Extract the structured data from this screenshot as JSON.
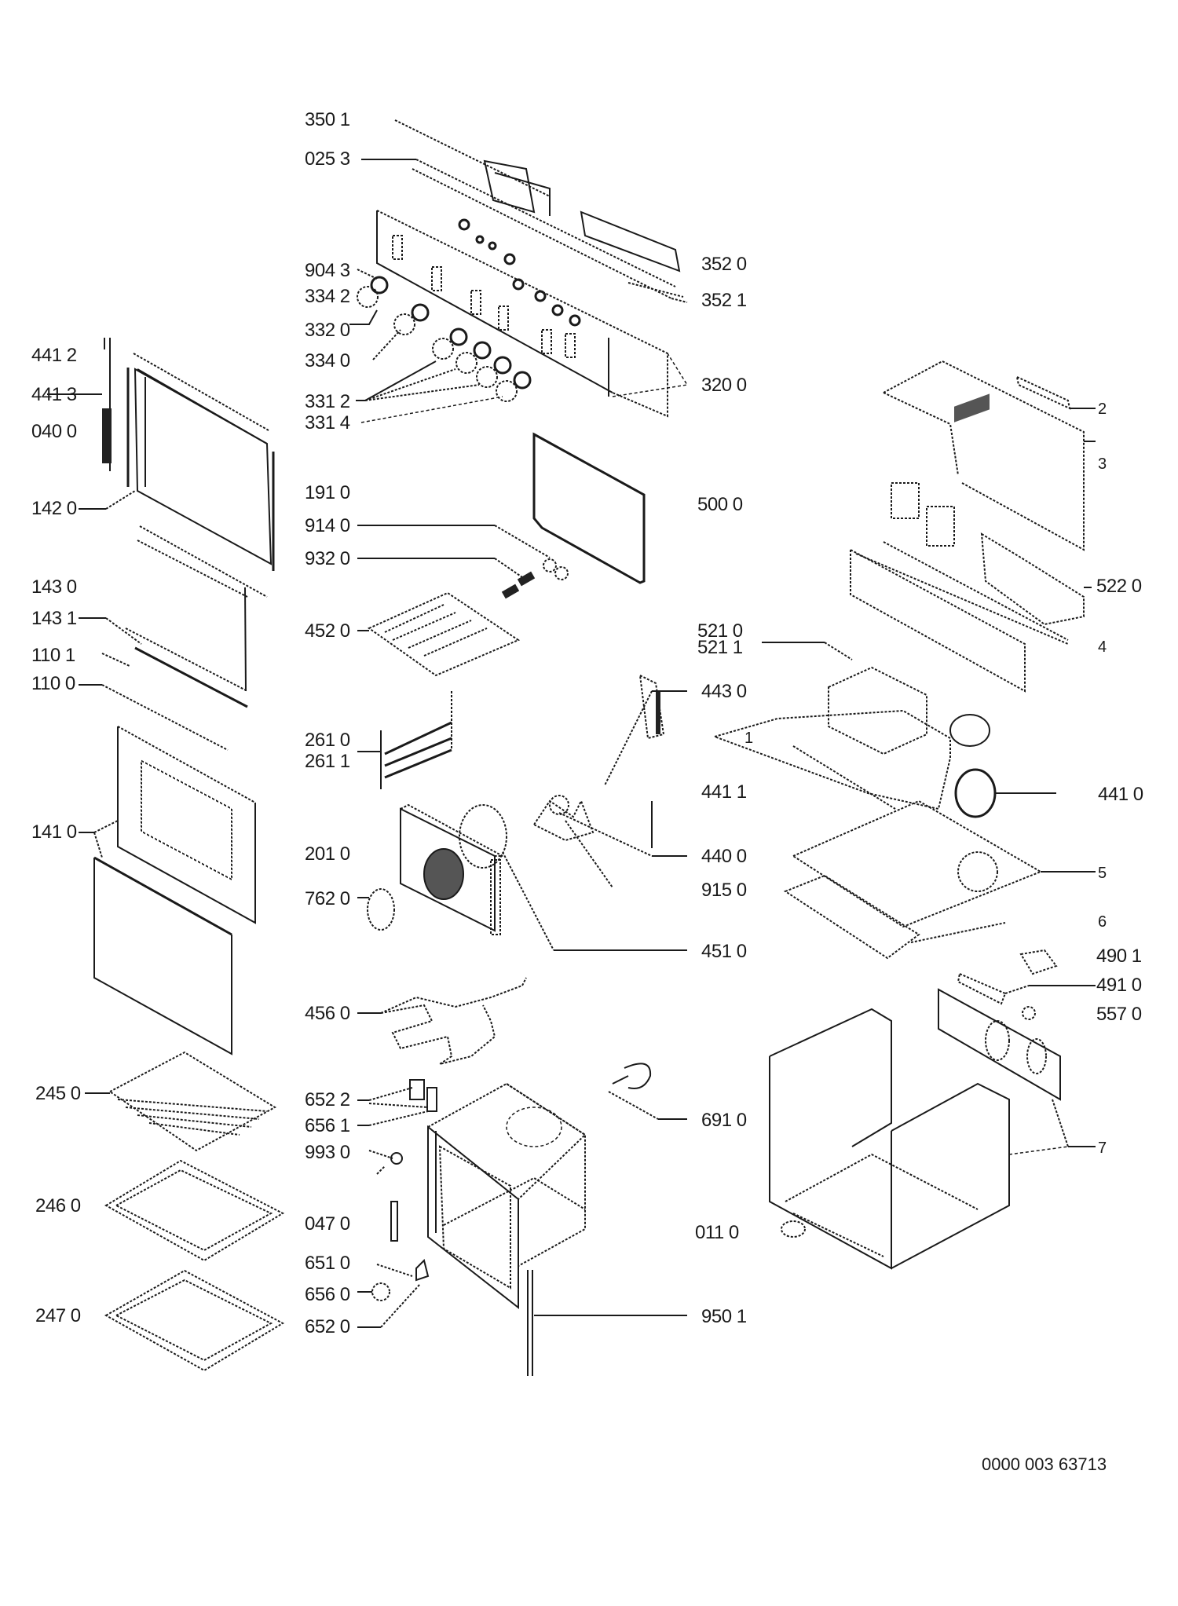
{
  "diagram": {
    "type": "exploded-parts-diagram",
    "subject": "built-in oven",
    "document_id": "0000 003 63713",
    "groups": {
      "control_panel": [
        "350 1",
        "025 3",
        "352 0",
        "352 1",
        "904 3",
        "334 2",
        "332 0",
        "334 0",
        "331 2",
        "331 4",
        "320 0"
      ],
      "door": [
        "441 2",
        "441 3",
        "040 0",
        "142 0",
        "143 0",
        "143 1",
        "110 1",
        "110 0",
        "141 0"
      ],
      "accessories": [
        "245 0",
        "246 0",
        "247 0"
      ],
      "cavity_components": [
        "191 0",
        "914 0",
        "932 0",
        "452 0",
        "500 0",
        "261 0",
        "261 1",
        "201 0",
        "762 0",
        "456 0",
        "451 0",
        "443 0",
        "441 1",
        "440 0",
        "915 0"
      ],
      "cavity": [
        "652 2",
        "656 1",
        "993 0",
        "047 0",
        "651 0",
        "656 0",
        "652 0",
        "691 0",
        "011 0",
        "950 1"
      ],
      "electronics_and_housing": [
        "2",
        "3",
        "522 0",
        "4",
        "521 0",
        "521 1",
        "1",
        "441 0",
        "5",
        "6",
        "490 1",
        "491 0",
        "557 0",
        "7"
      ]
    },
    "labels": [
      {
        "id": "l3501",
        "text": "350 1"
      },
      {
        "id": "l0253",
        "text": "025 3"
      },
      {
        "id": "l3520",
        "text": "352 0"
      },
      {
        "id": "l3521",
        "text": "352 1"
      },
      {
        "id": "l9043",
        "text": "904 3"
      },
      {
        "id": "l3342",
        "text": "334 2"
      },
      {
        "id": "l3320",
        "text": "332 0"
      },
      {
        "id": "l3340",
        "text": "334 0"
      },
      {
        "id": "l3312",
        "text": "331 2"
      },
      {
        "id": "l3314",
        "text": "331 4"
      },
      {
        "id": "l3200",
        "text": "320 0"
      },
      {
        "id": "l4412",
        "text": "441 2"
      },
      {
        "id": "l4413",
        "text": "441 3"
      },
      {
        "id": "l0400",
        "text": "040 0"
      },
      {
        "id": "l1420",
        "text": "142 0"
      },
      {
        "id": "l1430",
        "text": "143 0"
      },
      {
        "id": "l1431",
        "text": "143 1"
      },
      {
        "id": "l1101",
        "text": "110 1"
      },
      {
        "id": "l1100",
        "text": "110 0"
      },
      {
        "id": "l1410",
        "text": "141 0"
      },
      {
        "id": "l2450",
        "text": "245 0"
      },
      {
        "id": "l2460",
        "text": "246 0"
      },
      {
        "id": "l2470",
        "text": "247 0"
      },
      {
        "id": "l1910",
        "text": "191 0"
      },
      {
        "id": "l9140",
        "text": "914 0"
      },
      {
        "id": "l9320",
        "text": "932 0"
      },
      {
        "id": "l4520",
        "text": "452 0"
      },
      {
        "id": "l5000",
        "text": "500 0"
      },
      {
        "id": "l2610",
        "text": "261 0"
      },
      {
        "id": "l2611",
        "text": "261 1"
      },
      {
        "id": "l2010",
        "text": "201 0"
      },
      {
        "id": "l7620",
        "text": "762 0"
      },
      {
        "id": "l4560",
        "text": "456 0"
      },
      {
        "id": "l4510",
        "text": "451 0"
      },
      {
        "id": "l4430",
        "text": "443 0"
      },
      {
        "id": "l4411",
        "text": "441 1"
      },
      {
        "id": "l4400",
        "text": "440 0"
      },
      {
        "id": "l9150",
        "text": "915 0"
      },
      {
        "id": "l6522",
        "text": "652 2"
      },
      {
        "id": "l6561",
        "text": "656 1"
      },
      {
        "id": "l9930",
        "text": "993 0"
      },
      {
        "id": "l0470",
        "text": "047 0"
      },
      {
        "id": "l6510",
        "text": "651 0"
      },
      {
        "id": "l6560",
        "text": "656 0"
      },
      {
        "id": "l6520",
        "text": "652 0"
      },
      {
        "id": "l6910",
        "text": "691 0"
      },
      {
        "id": "l0110",
        "text": "011 0"
      },
      {
        "id": "l9501",
        "text": "950 1"
      },
      {
        "id": "n2",
        "text": "2"
      },
      {
        "id": "n3",
        "text": "3"
      },
      {
        "id": "l5220",
        "text": "522 0"
      },
      {
        "id": "n4",
        "text": "4"
      },
      {
        "id": "l5210",
        "text": "521 0"
      },
      {
        "id": "l5211",
        "text": "521 1"
      },
      {
        "id": "n1",
        "text": "1"
      },
      {
        "id": "l4410",
        "text": "441 0"
      },
      {
        "id": "n5",
        "text": "5"
      },
      {
        "id": "n6",
        "text": "6"
      },
      {
        "id": "l4901",
        "text": "490 1"
      },
      {
        "id": "l4910",
        "text": "491 0"
      },
      {
        "id": "l5570",
        "text": "557 0"
      },
      {
        "id": "n7",
        "text": "7"
      }
    ]
  }
}
